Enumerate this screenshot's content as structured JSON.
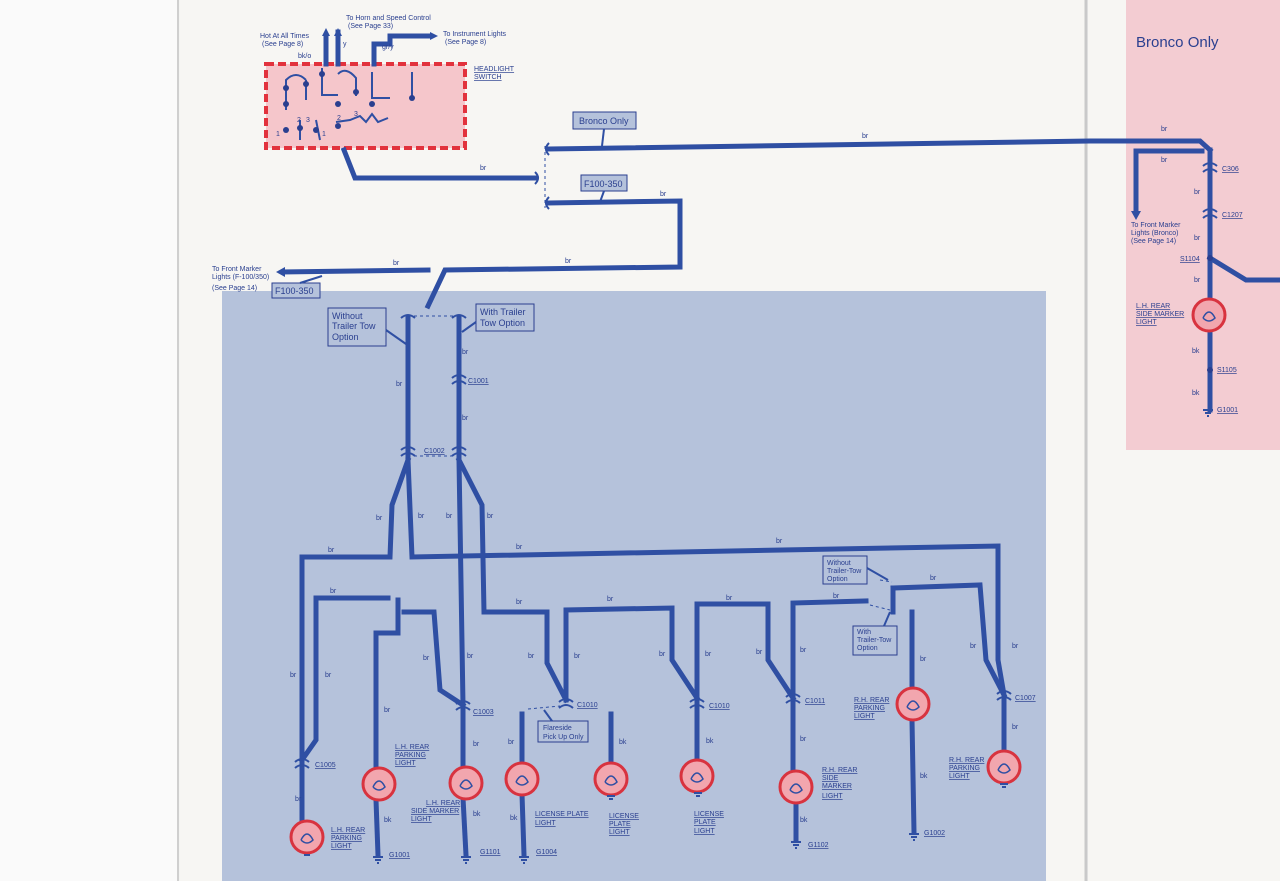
{
  "page_title": "Bronco Only",
  "headlight_switch": {
    "label": [
      "HEADLIGHT",
      "SWITCH"
    ],
    "hot_at_all_times": [
      "Hot At All Times",
      "(See Page 8)"
    ],
    "hot_wire_color": "bk/o",
    "horn_speed": [
      "To Horn and Speed Control",
      "(See Page 33)"
    ],
    "horn_wire_color": "y",
    "instrument": [
      "To Instrument Lights",
      "(See Page 8)"
    ],
    "instrument_wire_color": "gr/y",
    "terminal_numbers": [
      "1",
      "2",
      "3",
      "1",
      "2",
      "3"
    ]
  },
  "boxes": {
    "bronco_only": "Bronco Only",
    "f100_350_top": "F100-350",
    "f100_350_left": "F100-350",
    "without_trailer": [
      "Without",
      "Trailer Tow",
      "Option"
    ],
    "with_trailer": [
      "With Trailer",
      "Tow Option"
    ],
    "flareside": [
      "Flareside",
      "Pick Up Only"
    ],
    "without_trailer_small": [
      "Without",
      "Trailer-Tow",
      "Option"
    ],
    "with_trailer_small": [
      "With",
      "Trailer-Tow",
      "Option"
    ]
  },
  "front_marker_left": [
    "To Front Marker",
    "Lights (F-100/350)",
    "(See Page 14)"
  ],
  "front_marker_bronco": [
    "To Front Marker",
    "Lights (Bronco)",
    "(See Page 14)"
  ],
  "wire_color_br": "br",
  "wire_color_bk": "bk",
  "connectors": {
    "c1001": "C1001",
    "c1002": "C1002",
    "c1003": "C1003",
    "c1005": "C1005",
    "c1010a": "C1010",
    "c1010b": "C1010",
    "c1011": "C1011",
    "c1007": "C1007",
    "c306": "C306",
    "c1207": "C1207"
  },
  "splices": {
    "s1104": "S1104",
    "s1105": "S1105"
  },
  "grounds": {
    "g1001a": "G1001",
    "g1101": "G1101",
    "g1004": "G1004",
    "g1102": "G1102",
    "g1002": "G1002",
    "g1001b": "G1001"
  },
  "lights": {
    "lh_rear_parking": [
      "L.H. REAR",
      "PARKING",
      "LIGHT"
    ],
    "lh_rear_parking_upper": [
      "L.H. REAR",
      "PARKING",
      "LIGHT"
    ],
    "lh_rear_side_marker": [
      "L.H. REAR",
      "SIDE MARKER",
      "LIGHT"
    ],
    "license_plate_1": [
      "LICENSE PLATE",
      "LIGHT"
    ],
    "license_plate_2": [
      "LICENSE",
      "PLATE",
      "LIGHT"
    ],
    "license_plate_3": [
      "LICENSE",
      "PLATE",
      "LIGHT"
    ],
    "rh_rear_side_marker": [
      "R.H. REAR",
      "SIDE",
      "MARKER",
      "LIGHT"
    ],
    "rh_rear_parking_a": [
      "R.H. REAR",
      "PARKING",
      "LIGHT"
    ],
    "rh_rear_parking_b": [
      "R.H. REAR",
      "PARKING",
      "LIGHT"
    ],
    "bronco_lh_side_marker": [
      "L.H. REAR",
      "SIDE MARKER",
      "LIGHT"
    ]
  },
  "colors": {
    "wire": "#2f4fa3",
    "panel_blue": "#b5c2db",
    "panel_pink": "#f3ccd2",
    "switch_red": "#e2323d",
    "bulb_fill": "#f2a6ae"
  }
}
